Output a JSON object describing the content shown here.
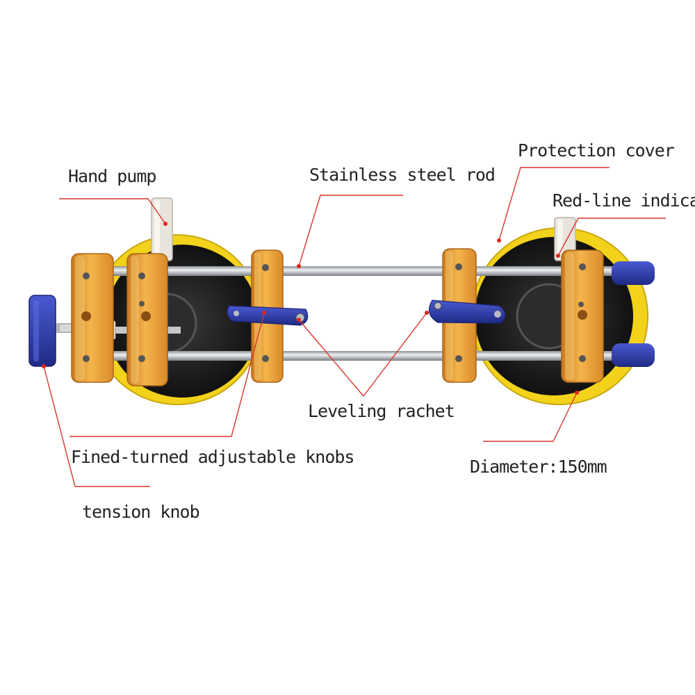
{
  "labels": {
    "hand_pump": "Hand pump",
    "stainless_steel_rod": "Stainless steel rod",
    "protection_cover": "Protection cover",
    "red_line_indicator": "Red-line indicator",
    "leveling_rachet": "Leveling rachet",
    "adjustable_knobs": "Fined-turned adjustable knobs",
    "diameter": "Diameter:150mm",
    "tension_knob": "tension knob"
  },
  "colors": {
    "leader_line": "#d9342b",
    "cup_rim": "#f2d21b",
    "cup_body": "#1a1a1a",
    "clamp_gold": "#e9a23b",
    "rod_steel": "#b9bcc2",
    "knob_blue": "#2f3fa8",
    "pump_white": "#e8e4dc"
  }
}
